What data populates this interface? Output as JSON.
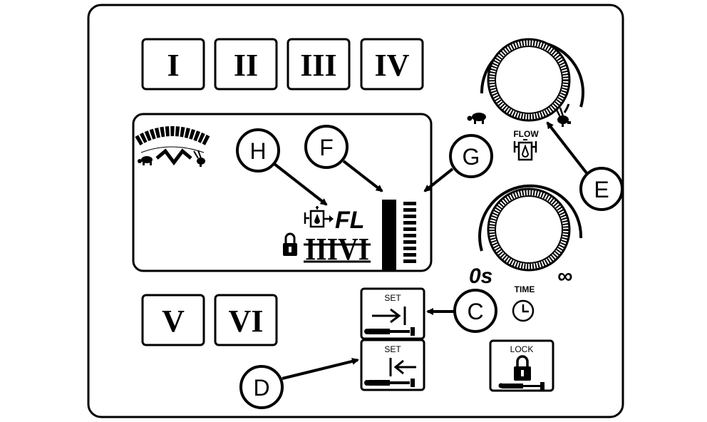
{
  "preset_buttons": {
    "b1": "I",
    "b2": "II",
    "b3": "III",
    "b4": "IV",
    "b5": "V",
    "b6": "VI"
  },
  "display": {
    "flow_code": "FL",
    "active_presets": "IIIVI"
  },
  "set_in_button": {
    "label": "SET"
  },
  "set_out_button": {
    "label": "SET"
  },
  "lock_button": {
    "label": "LOCK"
  },
  "flow_knob": {
    "label": "FLOW"
  },
  "time_knob": {
    "label": "TIME",
    "min_label": "0s",
    "max_label": "∞"
  },
  "callouts": {
    "c": "C",
    "d": "D",
    "e": "E",
    "f": "F",
    "g": "G",
    "h": "H"
  }
}
